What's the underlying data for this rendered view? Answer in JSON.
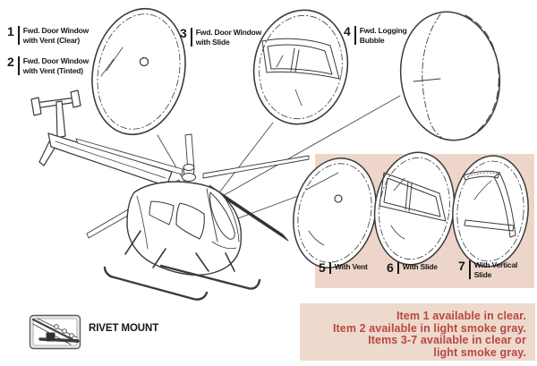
{
  "palette": {
    "line": "#3b3b3b",
    "panel_pink": "#edd6c9",
    "note_pink": "#eed9cd",
    "note_text": "#b8483f",
    "label_ink": "#171717"
  },
  "callouts": [
    {
      "number": "1",
      "line1": "Fwd. Door Window",
      "line2": "with Vent (Clear)"
    },
    {
      "number": "2",
      "line1": "Fwd. Door Window",
      "line2": "with Vent (Tinted)"
    },
    {
      "number": "3",
      "line1": "Fwd. Door Window",
      "line2": "with Slide"
    },
    {
      "number": "4",
      "line1": "Fwd. Logging",
      "line2": "Bubble"
    },
    {
      "number": "5",
      "line1": "With Vent",
      "line2": ""
    },
    {
      "number": "6",
      "line1": "With Slide",
      "line2": ""
    },
    {
      "number": "7",
      "line1": "With Vertical",
      "line2": "Slide"
    }
  ],
  "rivet_mount": {
    "label": "RIVET MOUNT"
  },
  "note": {
    "lines": [
      "Item 1 available in clear.",
      "Item 2 available in light smoke gray.",
      "Items 3-7 available in clear or",
      "light smoke gray."
    ]
  },
  "icons": {
    "rivet_mount": "rivet-mount-icon"
  }
}
